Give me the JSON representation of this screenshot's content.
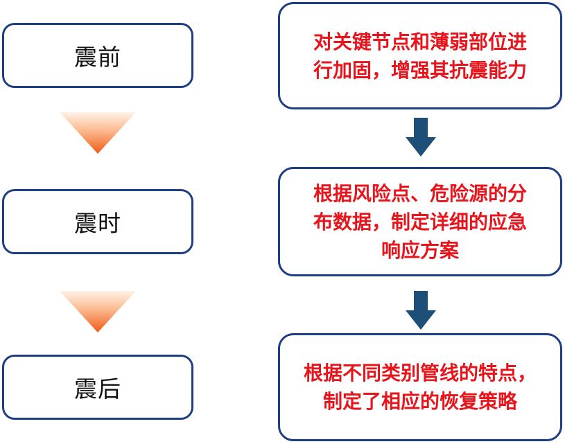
{
  "stages": {
    "before": {
      "label": "震前"
    },
    "during": {
      "label": "震时"
    },
    "after": {
      "label": "震后"
    }
  },
  "measures": {
    "before": {
      "text": "对关键节点和薄弱部位进\n行加固，增强其抗震能力"
    },
    "during": {
      "text": "根据风险点、危险源的分\n布数据，制定详细的应急\n响应方案"
    },
    "after": {
      "text": "根据不同类别管线的特点，\n制定了相应的恢复策略"
    }
  },
  "colors": {
    "box_border": "#1f3d82",
    "measure_text": "#e8141b",
    "stage_text": "#111111",
    "orange_arrow_light": "#fde4d3",
    "orange_arrow_dark": "#f0641e",
    "blue_arrow": "#1d4f79"
  },
  "icons": {
    "stage_flow_arrow": "chevron-down-icon",
    "measure_flow_arrow": "arrow-down-icon"
  }
}
